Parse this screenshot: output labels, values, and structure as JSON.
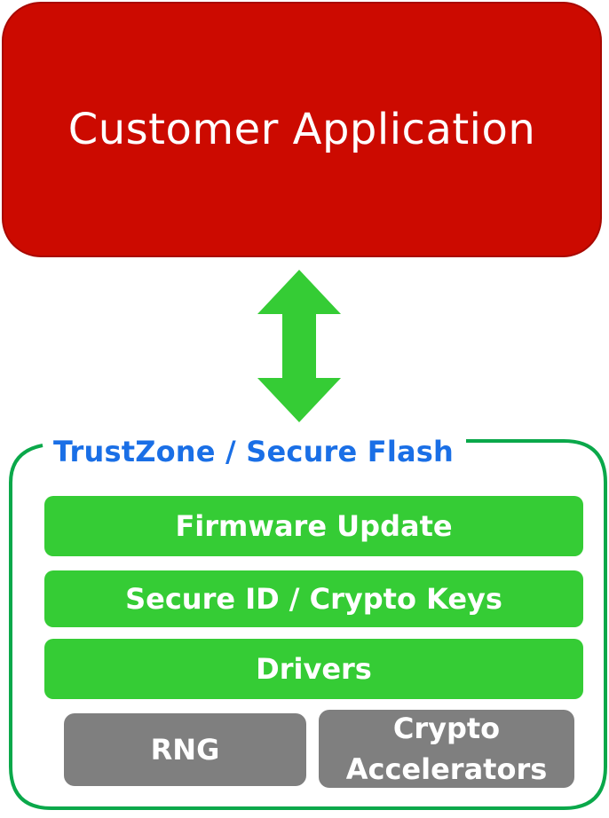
{
  "application": {
    "label": "Customer Application",
    "fill": "#cc0a00"
  },
  "connector": {
    "icon": "double-arrow-vertical",
    "fill": "#35cc35"
  },
  "secure_zone": {
    "title": "TrustZone / Secure Flash",
    "title_color": "#1a6fe6",
    "border_color": "#0aa84a",
    "layers": [
      {
        "label": "Firmware Update"
      },
      {
        "label": "Secure ID / Crypto Keys"
      },
      {
        "label": "Drivers"
      }
    ],
    "layer_fill": "#35cc35",
    "hardware": [
      {
        "label": "RNG"
      },
      {
        "label_line1": "Crypto",
        "label_line2": "Accelerators"
      }
    ],
    "hardware_fill": "#7f7f7f"
  }
}
